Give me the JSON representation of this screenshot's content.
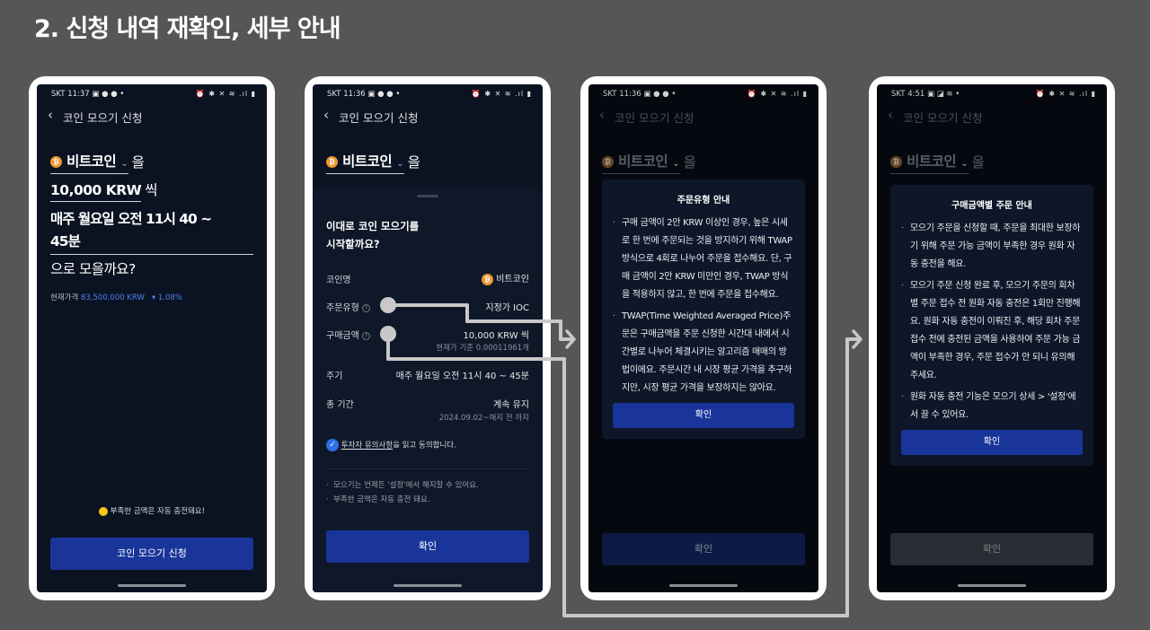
{
  "title": "2. 신청 내역 재확인, 세부 안내",
  "common": {
    "header_title": "코인 모으기 신청",
    "coin_name": "비트코인",
    "coin_suffix": "을",
    "amount": "10,000 KRW",
    "amount_suffix": "씩",
    "schedule_line1": "매주 월요일 오전 11시 40 ~",
    "schedule_line2": "45분",
    "question": "으로 모을까요?",
    "status_icons": "⏰ ✱ ✕ ≋ .ıl ▮"
  },
  "phones": [
    {
      "status_time": "SKT 11:37 ▣ ● ● •"
    },
    {
      "status_time": "SKT 11:36 ▣ ● ● •"
    },
    {
      "status_time": "SKT 11:36 ▣ ● ● •"
    },
    {
      "status_time": "SKT 4:51 ▣ ◪ ≋ •"
    }
  ],
  "screen1": {
    "price_label": "현재가격",
    "price_value": "83,500,000 KRW",
    "price_change": "▾ 1.08%",
    "auto_charge_note": "부족한 금액은 자동 충전돼요!",
    "apply_button": "코인 모으기 신청"
  },
  "sheet": {
    "title_line1": "이대로 코인 모으기를",
    "title_line2": "시작할까요?",
    "rows": [
      {
        "label": "코인명",
        "value": "비트코인"
      },
      {
        "label": "주문유형",
        "value": "지정가 IOC"
      },
      {
        "label": "구매금액",
        "value": "10,000 KRW 씩",
        "sub": "현재가 기준 0.00011961개"
      },
      {
        "label": "주기",
        "value": "매주 월요일 오전 11시 40 ~ 45분"
      },
      {
        "label": "총 기간",
        "value": "계속 유지",
        "sub": "2024.09.02~해지 전 까지"
      }
    ],
    "agree_link": "투자자 유의사항",
    "agree_rest": "을 읽고 동의합니다.",
    "notes": [
      "모으기는 언제든 '설정'에서 해지할 수 있어요.",
      "부족한 금액은 자동 충전 돼요."
    ],
    "confirm_button": "확인"
  },
  "modal_order_type": {
    "title": "주문유형 안내",
    "items": [
      "구매 금액이 2만 KRW 이상인 경우, 높은 시세로 한 번에 주문되는 것을 방지하기 위해 TWAP 방식으로 4회로 나누어 주문을 접수해요. 단, 구매 금액이 2만 KRW 미만인 경우, TWAP 방식을 적용하지 않고, 한 번에 주문을 접수해요.",
      "TWAP(Time Weighted Averaged Price)주문은 구매금액을 주문 신청한 시간대 내에서 시간별로 나누어 체결시키는 알고리즘 매매의 방법이에요. 주문시간 내 시장 평균 가격을 추구하지만, 시장 평균 가격을 보장하지는 않아요."
    ],
    "button": "확인"
  },
  "modal_amount": {
    "title": "구매금액별 주문 안내",
    "items": [
      "모으기 주문을 신청할 때, 주문을 최대한 보장하기 위해 주문 가능 금액이 부족한 경우 원화 자동 충전을 해요.",
      "모으기 주문 신청 완료 후, 모으기 주문의 회차별 주문 접수 전 원화 자동 충전은 1회만 진행해요. 원화 자동 충전이 이뤄진 후, 해당 회차 주문 접수 전에 충전된 금액을 사용하여 주문 가능 금액이 부족한 경우, 주문 접수가 안 되니 유의해 주세요.",
      "원화 자동 충전 기능은 모으기 상세 > '설정'에서 끌 수 있어요."
    ],
    "button": "확인"
  },
  "colors": {
    "background": "#565656",
    "screen": "#0b1322",
    "primary_button": "#1a3599",
    "bitcoin": "#f0962e",
    "price_blue": "#4f7ff0",
    "checkbox": "#2f6fe6"
  }
}
